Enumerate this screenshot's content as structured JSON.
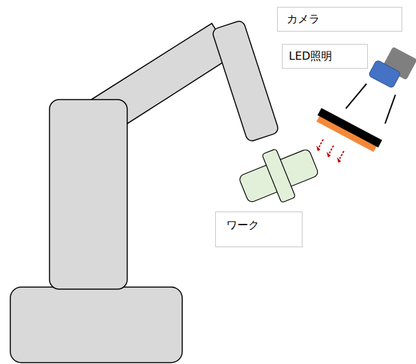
{
  "diagram": {
    "nodes": [
      {
        "text": [
          "カメラ"
        ]
      },
      {
        "text": [
          "LED照明"
        ]
      },
      {
        "text": [
          "ワーク"
        ]
      }
    ]
  }
}
